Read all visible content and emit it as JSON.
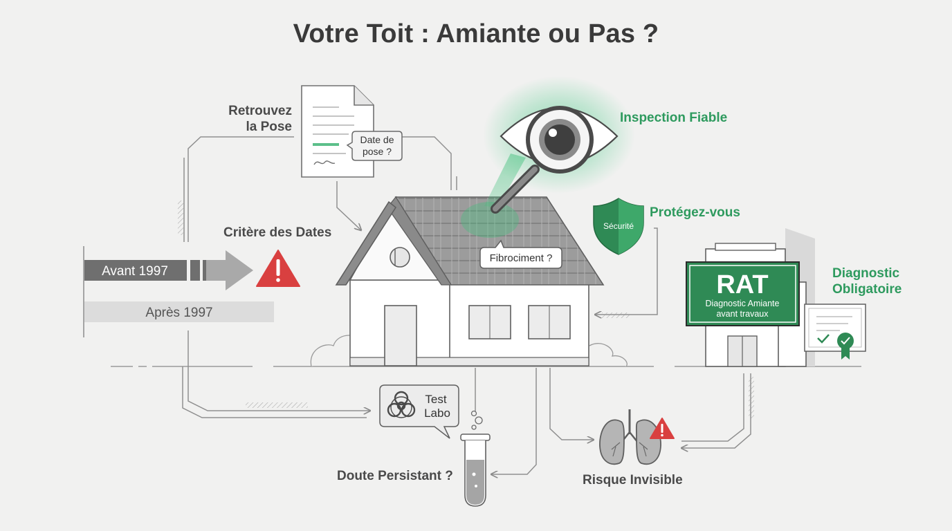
{
  "title": "Votre Toit : Amiante ou Pas ?",
  "labels": {
    "retrouvez_line1": "Retrouvez",
    "retrouvez_line2": "la Pose",
    "critere": "Critère des Dates",
    "inspection": "Inspection Fiable",
    "protegez": "Protégez-vous",
    "diagnostic_line1": "Diagnostic",
    "diagnostic_line2": "Obligatoire",
    "doute": "Doute Persistant ?",
    "risque": "Risque Invisible"
  },
  "document_bubble": {
    "line1": "Date de",
    "line2": "pose ?"
  },
  "timeline": {
    "before": "Avant 1997",
    "after": "Après 1997"
  },
  "roof_bubble": "Fibrociment ?",
  "shield_text": "Sécurité",
  "rat_sign": {
    "title": "RAT",
    "line1": "Diagnostic Amiante",
    "line2": "avant travaux"
  },
  "test_bubble": {
    "line1": "Test",
    "line2": "Labo"
  },
  "colors": {
    "green": "#2e9a5e",
    "dark_green": "#2f8a55",
    "red": "#d94040",
    "gray": "#6a6a6a"
  },
  "icons": [
    "document-icon",
    "eye-icon",
    "magnifier-icon",
    "warning-icon",
    "shield-icon",
    "biohazard-icon",
    "test-tube-icon",
    "lungs-icon",
    "certificate-icon",
    "building-icon",
    "house-icon"
  ]
}
